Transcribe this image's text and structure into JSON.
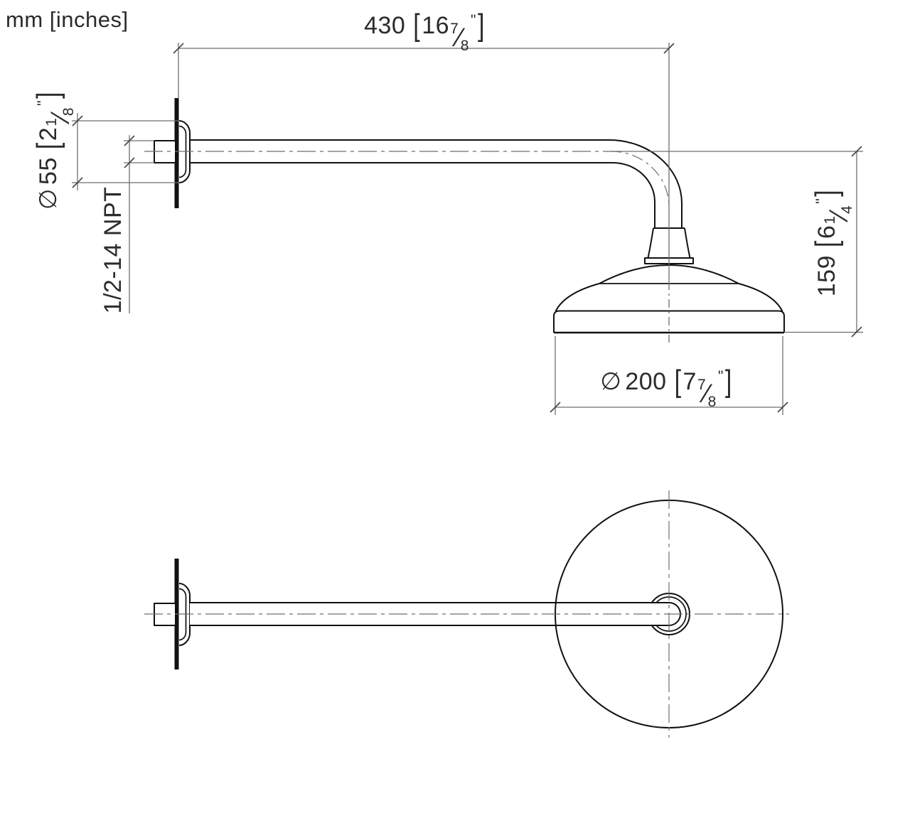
{
  "units_label": "mm [inches]",
  "symbols": {
    "diameter": "∅",
    "bracket_open": "[",
    "bracket_close": "]",
    "fraction_slash": "⁄",
    "inch_mark": "\""
  },
  "dimensions": {
    "arm_length": {
      "mm": "430",
      "inch_whole": "16",
      "frac_num": "7",
      "frac_den": "8"
    },
    "flange_diameter": {
      "mm": "55",
      "inch_whole": "2",
      "frac_num": "1",
      "frac_den": "8"
    },
    "thread": {
      "label": "1/2-14 NPT"
    },
    "head_offset": {
      "mm": "159",
      "inch_whole": "6",
      "frac_num": "1",
      "frac_den": "4"
    },
    "head_diameter": {
      "mm": "200",
      "inch_whole": "7",
      "frac_num": "7",
      "frac_den": "8"
    }
  },
  "colors": {
    "outline": "#111111",
    "thin_line": "#6e6e6e",
    "tick": "#444444",
    "background": "#ffffff",
    "text": "#2b2b2b"
  }
}
